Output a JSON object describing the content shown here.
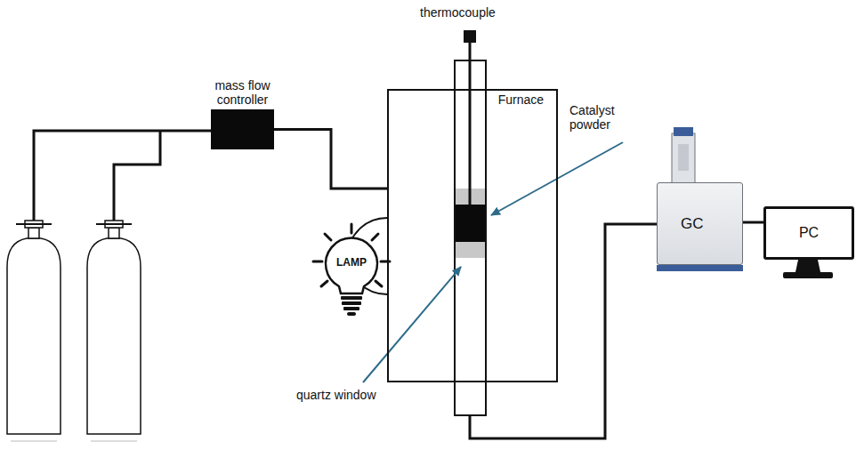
{
  "diagram": {
    "nodes": [
      {
        "text": [
          "mass flow controller"
        ]
      },
      {
        "text": [
          "Furnace"
        ]
      },
      {
        "text": [
          "LAMP"
        ]
      },
      {
        "text": [
          "GC"
        ]
      },
      {
        "text": [
          "PC"
        ]
      }
    ],
    "edges": [
      {
        "from": 0,
        "to": 1,
        "arrow": "none"
      },
      {
        "from": 1,
        "to": 3,
        "arrow": "none"
      },
      {
        "from": 3,
        "to": 4,
        "arrow": "none"
      }
    ],
    "labels": [
      "thermocouple",
      "Catalyst powder",
      "quartz window"
    ]
  }
}
